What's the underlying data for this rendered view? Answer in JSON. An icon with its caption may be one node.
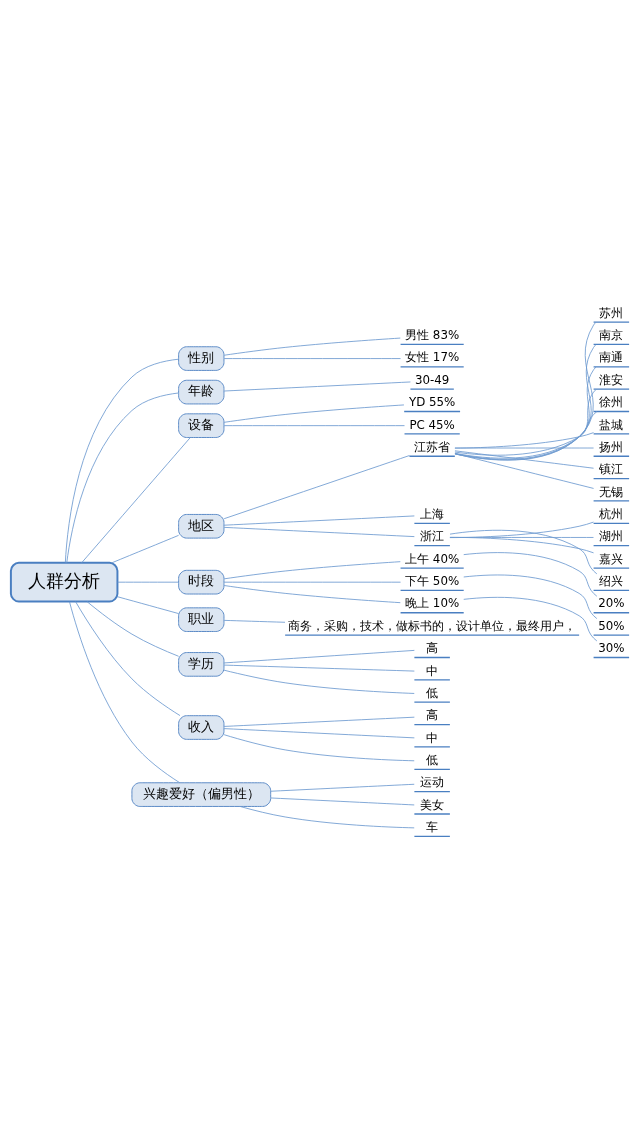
{
  "diagram": {
    "nodes": [
      {
        "text": [
          "人群分析"
        ]
      },
      {
        "text": [
          "性别"
        ]
      },
      {
        "text": [
          "男性 83%"
        ]
      },
      {
        "text": [
          "女性 17%"
        ]
      },
      {
        "text": [
          "年龄"
        ]
      },
      {
        "text": [
          "30-49"
        ]
      },
      {
        "text": [
          "设备"
        ]
      },
      {
        "text": [
          "YD 55%"
        ]
      },
      {
        "text": [
          "PC 45%"
        ]
      },
      {
        "text": [
          "地区"
        ]
      },
      {
        "text": [
          "江苏省"
        ]
      },
      {
        "text": [
          "苏州"
        ]
      },
      {
        "text": [
          "南京"
        ]
      },
      {
        "text": [
          "南通"
        ]
      },
      {
        "text": [
          "淮安"
        ]
      },
      {
        "text": [
          "徐州"
        ]
      },
      {
        "text": [
          "盐城"
        ]
      },
      {
        "text": [
          "扬州"
        ]
      },
      {
        "text": [
          "镇江"
        ]
      },
      {
        "text": [
          "无锡"
        ]
      },
      {
        "text": [
          "上海"
        ]
      },
      {
        "text": [
          "浙江"
        ]
      },
      {
        "text": [
          "杭州"
        ]
      },
      {
        "text": [
          "湖州"
        ]
      },
      {
        "text": [
          "嘉兴"
        ]
      },
      {
        "text": [
          "绍兴"
        ]
      },
      {
        "text": [
          "时段"
        ]
      },
      {
        "text": [
          "上午 40%"
        ]
      },
      {
        "text": [
          "20%"
        ]
      },
      {
        "text": [
          "下午 50%"
        ]
      },
      {
        "text": [
          "50%"
        ]
      },
      {
        "text": [
          "晚上 10%"
        ]
      },
      {
        "text": [
          "30%"
        ]
      },
      {
        "text": [
          "职业"
        ]
      },
      {
        "text": [
          "商务，采购，技术，做标书的，设计单位，最终用户，"
        ]
      },
      {
        "text": [
          "学历"
        ]
      },
      {
        "text": [
          "高"
        ]
      },
      {
        "text": [
          "中"
        ]
      },
      {
        "text": [
          "低"
        ]
      },
      {
        "text": [
          "收入"
        ]
      },
      {
        "text": [
          "高"
        ]
      },
      {
        "text": [
          "中"
        ]
      },
      {
        "text": [
          "低"
        ]
      },
      {
        "text": [
          "兴趣爱好（偏男性）"
        ]
      },
      {
        "text": [
          "运动"
        ]
      },
      {
        "text": [
          "美女"
        ]
      },
      {
        "text": [
          "车"
        ]
      }
    ],
    "edges": [
      {
        "from": 0,
        "to": 1,
        "arrow": "none"
      },
      {
        "from": 1,
        "to": 2,
        "arrow": "none"
      },
      {
        "from": 1,
        "to": 3,
        "arrow": "none"
      },
      {
        "from": 0,
        "to": 4,
        "arrow": "none"
      },
      {
        "from": 4,
        "to": 5,
        "arrow": "none"
      },
      {
        "from": 0,
        "to": 6,
        "arrow": "none"
      },
      {
        "from": 6,
        "to": 7,
        "arrow": "none"
      },
      {
        "from": 6,
        "to": 8,
        "arrow": "none"
      },
      {
        "from": 0,
        "to": 9,
        "arrow": "none"
      },
      {
        "from": 9,
        "to": 10,
        "arrow": "none"
      },
      {
        "from": 10,
        "to": 11,
        "arrow": "none"
      },
      {
        "from": 10,
        "to": 12,
        "arrow": "none"
      },
      {
        "from": 10,
        "to": 13,
        "arrow": "none"
      },
      {
        "from": 10,
        "to": 14,
        "arrow": "none"
      },
      {
        "from": 10,
        "to": 15,
        "arrow": "none"
      },
      {
        "from": 10,
        "to": 16,
        "arrow": "none"
      },
      {
        "from": 10,
        "to": 17,
        "arrow": "none"
      },
      {
        "from": 10,
        "to": 18,
        "arrow": "none"
      },
      {
        "from": 10,
        "to": 19,
        "arrow": "none"
      },
      {
        "from": 9,
        "to": 20,
        "arrow": "none"
      },
      {
        "from": 9,
        "to": 21,
        "arrow": "none"
      },
      {
        "from": 21,
        "to": 22,
        "arrow": "none"
      },
      {
        "from": 21,
        "to": 23,
        "arrow": "none"
      },
      {
        "from": 21,
        "to": 24,
        "arrow": "none"
      },
      {
        "from": 21,
        "to": 25,
        "arrow": "none"
      },
      {
        "from": 0,
        "to": 26,
        "arrow": "none"
      },
      {
        "from": 26,
        "to": 27,
        "arrow": "none"
      },
      {
        "from": 27,
        "to": 28,
        "arrow": "none"
      },
      {
        "from": 26,
        "to": 29,
        "arrow": "none"
      },
      {
        "from": 29,
        "to": 30,
        "arrow": "none"
      },
      {
        "from": 26,
        "to": 31,
        "arrow": "none"
      },
      {
        "from": 31,
        "to": 32,
        "arrow": "none"
      },
      {
        "from": 0,
        "to": 33,
        "arrow": "none"
      },
      {
        "from": 33,
        "to": 34,
        "arrow": "none"
      },
      {
        "from": 0,
        "to": 35,
        "arrow": "none"
      },
      {
        "from": 35,
        "to": 36,
        "arrow": "none"
      },
      {
        "from": 35,
        "to": 37,
        "arrow": "none"
      },
      {
        "from": 35,
        "to": 38,
        "arrow": "none"
      },
      {
        "from": 0,
        "to": 39,
        "arrow": "none"
      },
      {
        "from": 39,
        "to": 40,
        "arrow": "none"
      },
      {
        "from": 39,
        "to": 41,
        "arrow": "none"
      },
      {
        "from": 39,
        "to": 42,
        "arrow": "none"
      },
      {
        "from": 0,
        "to": 43,
        "arrow": "none"
      },
      {
        "from": 43,
        "to": 44,
        "arrow": "none"
      },
      {
        "from": 43,
        "to": 45,
        "arrow": "none"
      },
      {
        "from": 43,
        "to": 46,
        "arrow": "none"
      }
    ]
  }
}
